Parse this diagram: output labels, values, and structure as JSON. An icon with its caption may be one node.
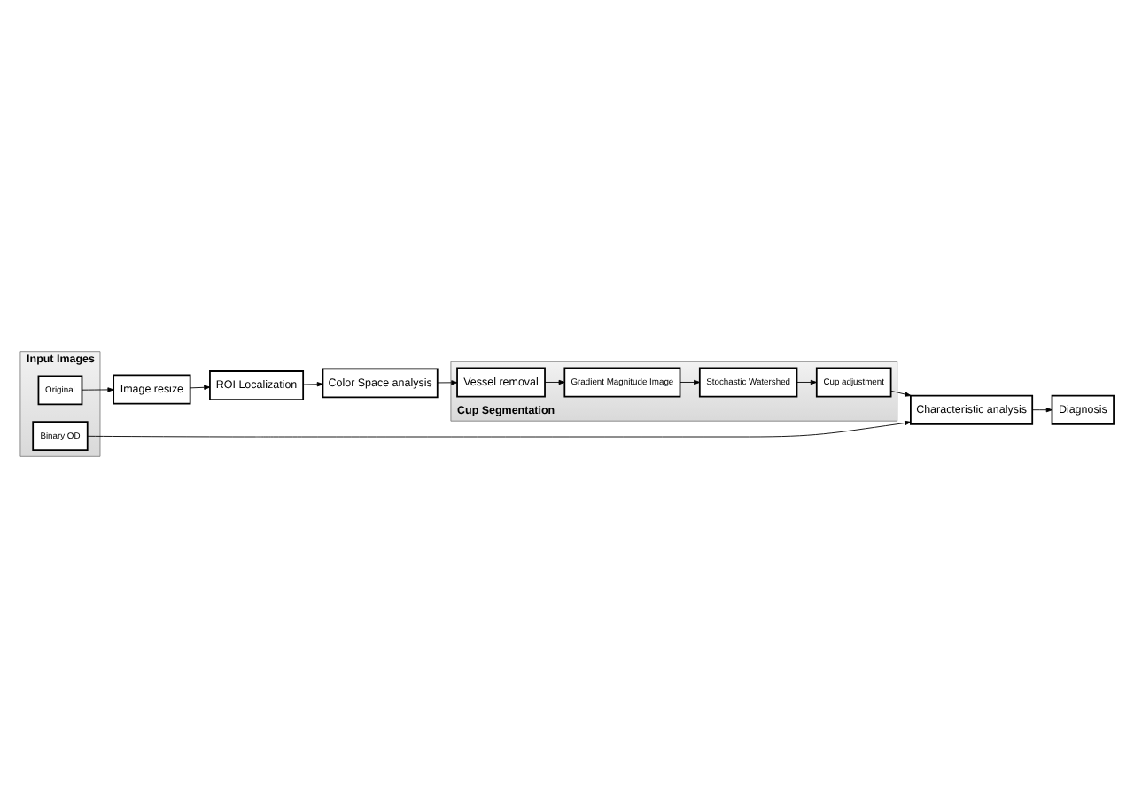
{
  "diagram": {
    "nodes": [
      {
        "text": [
          "Input Images"
        ]
      },
      {
        "text": [
          "Original"
        ],
        "in": 0
      },
      {
        "text": [
          "Binary OD"
        ],
        "in": 0
      },
      {
        "text": [
          "Image resize"
        ]
      },
      {
        "text": [
          "ROI Localization"
        ]
      },
      {
        "text": [
          "Color Space analysis"
        ]
      },
      {
        "text": [
          "Cup Segmentation"
        ]
      },
      {
        "text": [
          "Vessel removal"
        ],
        "in": 6
      },
      {
        "text": [
          "Gradient Magnitude Image"
        ],
        "in": 6
      },
      {
        "text": [
          "Stochastic Watershed"
        ],
        "in": 6
      },
      {
        "text": [
          "Cup adjustment"
        ],
        "in": 6
      },
      {
        "text": [
          "Characteristic analysis"
        ]
      },
      {
        "text": [
          "Diagnosis"
        ]
      }
    ],
    "edges": [
      {
        "from": 1,
        "to": 3,
        "arrow": "to"
      },
      {
        "from": 3,
        "to": 4,
        "arrow": "to"
      },
      {
        "from": 4,
        "to": 5,
        "arrow": "to"
      },
      {
        "from": 5,
        "to": 7,
        "arrow": "to"
      },
      {
        "from": 7,
        "to": 8,
        "arrow": "to"
      },
      {
        "from": 8,
        "to": 9,
        "arrow": "to"
      },
      {
        "from": 9,
        "to": 10,
        "arrow": "to"
      },
      {
        "from": 10,
        "to": 11,
        "arrow": "to"
      },
      {
        "from": 2,
        "to": 11,
        "arrow": "to"
      },
      {
        "from": 11,
        "to": 12,
        "arrow": "to"
      }
    ]
  }
}
